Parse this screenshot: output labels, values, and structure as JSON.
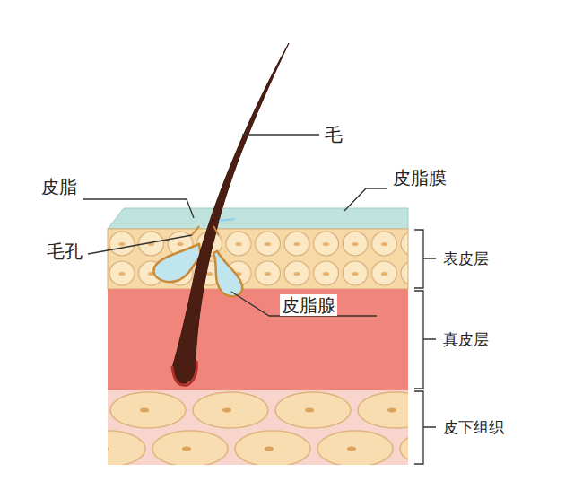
{
  "diagram": {
    "labels": [
      "毛",
      "皮脂",
      "皮脂膜",
      "毛孔",
      "皮脂腺",
      "表皮层",
      "真皮层",
      "皮下组织"
    ]
  }
}
